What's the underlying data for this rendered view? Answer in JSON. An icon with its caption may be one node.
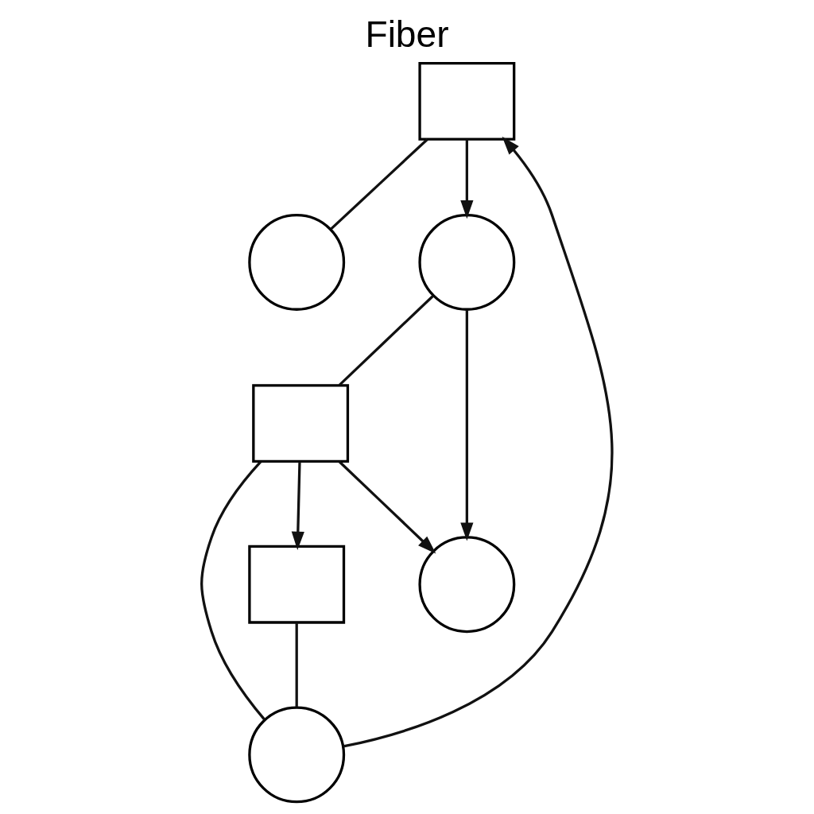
{
  "diagram": {
    "title": "Fiber",
    "nodes": [
      {
        "text": [],
        "shape": "box"
      },
      {
        "text": [],
        "shape": "circle"
      },
      {
        "text": [],
        "shape": "circle"
      },
      {
        "text": [],
        "shape": "circle"
      },
      {
        "text": [],
        "shape": "box"
      },
      {
        "text": [],
        "shape": "box"
      },
      {
        "text": [],
        "shape": "circle"
      }
    ],
    "edges": [
      {
        "from": 0,
        "to": 3,
        "arrow": "to"
      },
      {
        "from": 3,
        "to": 6,
        "arrow": "to"
      },
      {
        "from": 4,
        "to": 6,
        "arrow": "to"
      },
      {
        "from": 4,
        "to": 5,
        "arrow": "to"
      },
      {
        "from": 5,
        "to": 1,
        "arrow": "none"
      },
      {
        "from": 1,
        "to": 0,
        "arrow": "to"
      },
      {
        "from": 0,
        "to": 2,
        "arrow": "none"
      },
      {
        "from": 1,
        "to": 4,
        "arrow": "none"
      },
      {
        "from": 3,
        "to": 4,
        "arrow": "none"
      }
    ]
  }
}
